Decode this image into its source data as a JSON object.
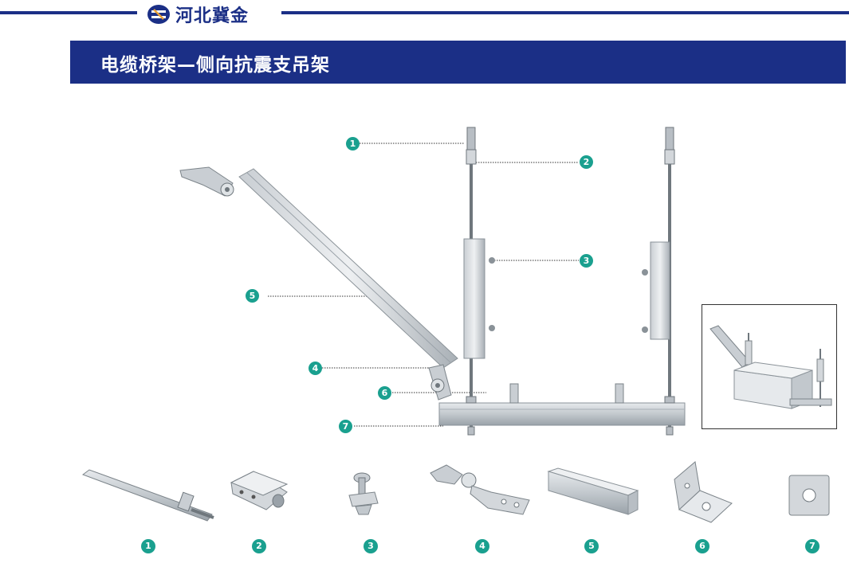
{
  "header": {
    "brand_name": "河北冀金",
    "brand_color": "#1b2f86"
  },
  "banner": {
    "title": "电缆桥架—侧向抗震支吊架",
    "color": "#1b2f86"
  },
  "callout_color": "#1aa08f",
  "diagram_callouts": [
    "1",
    "2",
    "3",
    "4",
    "5",
    "6",
    "7"
  ],
  "parts": [
    {
      "number": "1",
      "icon": "expansion-anchor-bolt-icon"
    },
    {
      "number": "2",
      "icon": "rod-coupler-nut-icon"
    },
    {
      "number": "3",
      "icon": "channel-bolt-clamp-icon"
    },
    {
      "number": "4",
      "icon": "swivel-hinge-connector-icon"
    },
    {
      "number": "5",
      "icon": "c-channel-strut-icon"
    },
    {
      "number": "6",
      "icon": "angle-bracket-icon"
    },
    {
      "number": "7",
      "icon": "square-washer-icon"
    }
  ]
}
